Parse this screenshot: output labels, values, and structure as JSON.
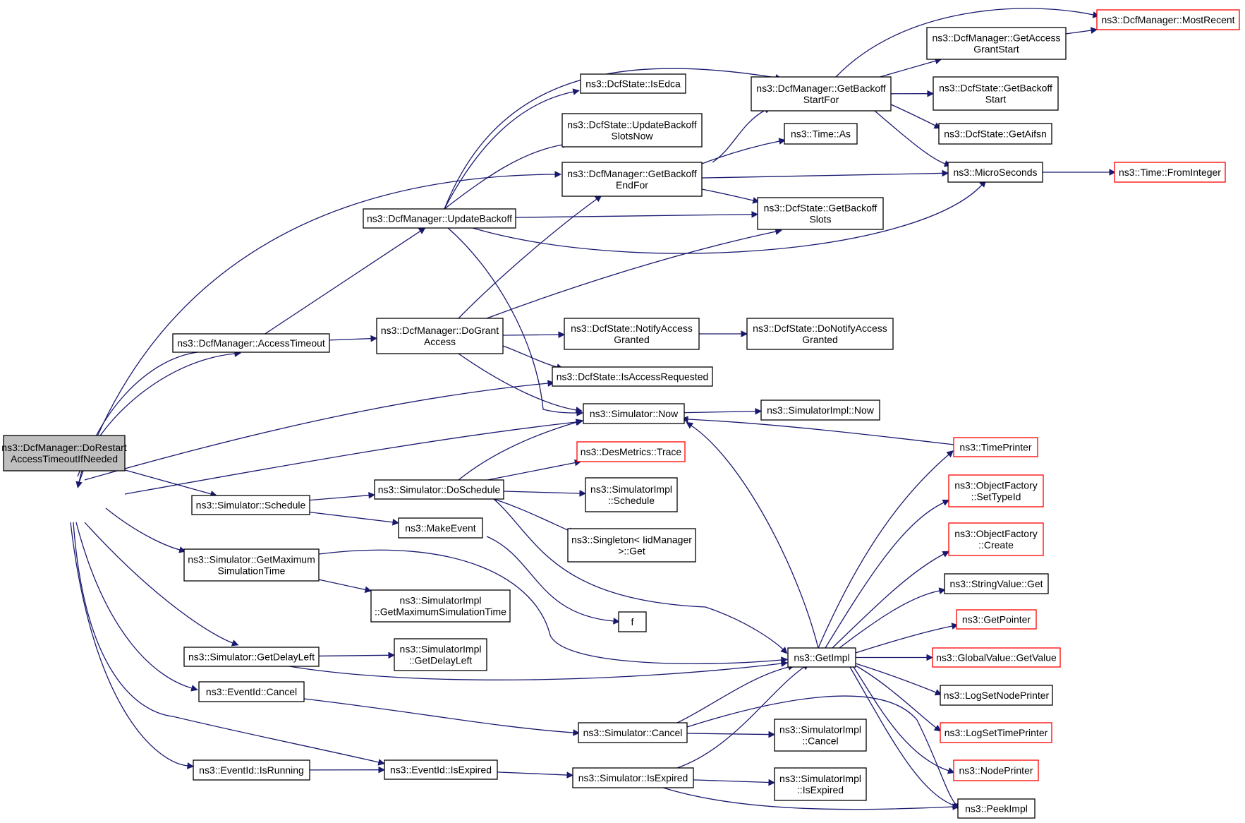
{
  "diagram": {
    "nodes": {
      "root": [
        "ns3::DcfManager::DoRestart",
        "AccessTimeoutIfNeeded"
      ],
      "accessTimeout": [
        "ns3::DcfManager::AccessTimeout"
      ],
      "updateBackoff": [
        "ns3::DcfManager::UpdateBackoff"
      ],
      "doGrantAccess": [
        "ns3::DcfManager::DoGrant",
        "Access"
      ],
      "isEdca": [
        "ns3::DcfState::IsEdca"
      ],
      "updateBackoffSlotsNow": [
        "ns3::DcfState::UpdateBackoff",
        "SlotsNow"
      ],
      "getBackoffEndFor": [
        "ns3::DcfManager::GetBackoff",
        "EndFor"
      ],
      "getBackoffStartFor": [
        "ns3::DcfManager::GetBackoff",
        "StartFor"
      ],
      "getAccessGrantStart": [
        "ns3::DcfManager::GetAccess",
        "GrantStart"
      ],
      "mostRecent": [
        "ns3::DcfManager::MostRecent"
      ],
      "getBackoffStart": [
        "ns3::DcfState::GetBackoff",
        "Start"
      ],
      "getAifsn": [
        "ns3::DcfState::GetAifsn"
      ],
      "timeAs": [
        "ns3::Time::As"
      ],
      "microSeconds": [
        "ns3::MicroSeconds"
      ],
      "fromInteger": [
        "ns3::Time::FromInteger"
      ],
      "getBackoffSlots": [
        "ns3::DcfState::GetBackoff",
        "Slots"
      ],
      "notifyAccessGranted": [
        "ns3::DcfState::NotifyAccess",
        "Granted"
      ],
      "doNotifyAccessGranted": [
        "ns3::DcfState::DoNotifyAccess",
        "Granted"
      ],
      "isAccessRequested": [
        "ns3::DcfState::IsAccessRequested"
      ],
      "simulatorNow": [
        "ns3::Simulator::Now"
      ],
      "simImplNow": [
        "ns3::SimulatorImpl::Now"
      ],
      "timePrinter": [
        "ns3::TimePrinter"
      ],
      "desMetricsTrace": [
        "ns3::DesMetrics::Trace"
      ],
      "simSchedule": [
        "ns3::Simulator::Schedule"
      ],
      "doSchedule": [
        "ns3::Simulator::DoSchedule"
      ],
      "simImplSchedule": [
        "ns3::SimulatorImpl",
        "::Schedule"
      ],
      "objFactorySetTypeId": [
        "ns3::ObjectFactory",
        "::SetTypeId"
      ],
      "objFactoryCreate": [
        "ns3::ObjectFactory",
        "::Create"
      ],
      "makeEvent": [
        "ns3::MakeEvent"
      ],
      "singletonGet": [
        "ns3::Singleton< IidManager",
        ">::Get"
      ],
      "getMaxSimTime": [
        "ns3::Simulator::GetMaximum",
        "SimulationTime"
      ],
      "stringValueGet": [
        "ns3::StringValue::Get"
      ],
      "simImplGetMax": [
        "ns3::SimulatorImpl",
        "::GetMaximumSimulationTime"
      ],
      "getPointer": [
        "ns3::GetPointer"
      ],
      "f": [
        "f"
      ],
      "getDelayLeft": [
        "ns3::Simulator::GetDelayLeft"
      ],
      "simImplGetDelayLeft": [
        "ns3::SimulatorImpl",
        "::GetDelayLeft"
      ],
      "getImpl": [
        "ns3::GetImpl"
      ],
      "globalValueGetValue": [
        "ns3::GlobalValue::GetValue"
      ],
      "eventIdCancel": [
        "ns3::EventId::Cancel"
      ],
      "logSetNodePrinter": [
        "ns3::LogSetNodePrinter"
      ],
      "simCancel": [
        "ns3::Simulator::Cancel"
      ],
      "logSetTimePrinter": [
        "ns3::LogSetTimePrinter"
      ],
      "simImplCancel": [
        "ns3::SimulatorImpl",
        "::Cancel"
      ],
      "eventIdIsRunning": [
        "ns3::EventId::IsRunning"
      ],
      "eventIdIsExpired": [
        "ns3::EventId::IsExpired"
      ],
      "nodePrinter": [
        "ns3::NodePrinter"
      ],
      "simIsExpired": [
        "ns3::Simulator::IsExpired"
      ],
      "simImplIsExpired": [
        "ns3::SimulatorImpl",
        "::IsExpired"
      ],
      "peekImpl": [
        "ns3::PeekImpl"
      ]
    },
    "truncated_nodes": [
      "mostRecent",
      "fromInteger",
      "timePrinter",
      "desMetricsTrace",
      "objFactorySetTypeId",
      "objFactoryCreate",
      "getPointer",
      "globalValueGetValue",
      "logSetTimePrinter",
      "nodePrinter"
    ],
    "root_node": "root",
    "edges": [
      [
        "root",
        "accessTimeout"
      ],
      [
        "accessTimeout",
        "root"
      ],
      [
        "root",
        "getBackoffEndFor"
      ],
      [
        "root",
        "isAccessRequested"
      ],
      [
        "root",
        "simulatorNow"
      ],
      [
        "root",
        "simSchedule"
      ],
      [
        "root",
        "getMaxSimTime"
      ],
      [
        "root",
        "getDelayLeft"
      ],
      [
        "root",
        "eventIdCancel"
      ],
      [
        "root",
        "eventIdIsRunning"
      ],
      [
        "root",
        "eventIdIsExpired"
      ],
      [
        "accessTimeout",
        "updateBackoff"
      ],
      [
        "accessTimeout",
        "doGrantAccess"
      ],
      [
        "updateBackoff",
        "isEdca"
      ],
      [
        "updateBackoff",
        "updateBackoffSlotsNow"
      ],
      [
        "updateBackoff",
        "getBackoffStartFor"
      ],
      [
        "updateBackoff",
        "getBackoffSlots"
      ],
      [
        "updateBackoff",
        "microSeconds"
      ],
      [
        "updateBackoff",
        "simulatorNow"
      ],
      [
        "doGrantAccess",
        "getBackoffEndFor"
      ],
      [
        "doGrantAccess",
        "getBackoffSlots"
      ],
      [
        "doGrantAccess",
        "notifyAccessGranted"
      ],
      [
        "doGrantAccess",
        "isAccessRequested"
      ],
      [
        "doGrantAccess",
        "simulatorNow"
      ],
      [
        "getBackoffEndFor",
        "getBackoffStartFor"
      ],
      [
        "getBackoffEndFor",
        "timeAs"
      ],
      [
        "getBackoffEndFor",
        "microSeconds"
      ],
      [
        "getBackoffEndFor",
        "getBackoffSlots"
      ],
      [
        "getBackoffStartFor",
        "mostRecent"
      ],
      [
        "getBackoffStartFor",
        "getAccessGrantStart"
      ],
      [
        "getBackoffStartFor",
        "getBackoffStart"
      ],
      [
        "getBackoffStartFor",
        "getAifsn"
      ],
      [
        "getBackoffStartFor",
        "microSeconds"
      ],
      [
        "getAccessGrantStart",
        "mostRecent"
      ],
      [
        "microSeconds",
        "fromInteger"
      ],
      [
        "notifyAccessGranted",
        "doNotifyAccessGranted"
      ],
      [
        "simulatorNow",
        "simImplNow"
      ],
      [
        "timePrinter",
        "simulatorNow"
      ],
      [
        "simSchedule",
        "doSchedule"
      ],
      [
        "simSchedule",
        "makeEvent"
      ],
      [
        "doSchedule",
        "simulatorNow"
      ],
      [
        "doSchedule",
        "desMetricsTrace"
      ],
      [
        "doSchedule",
        "simImplSchedule"
      ],
      [
        "doSchedule",
        "singletonGet"
      ],
      [
        "doSchedule",
        "getImpl"
      ],
      [
        "makeEvent",
        "f"
      ],
      [
        "getMaxSimTime",
        "simImplGetMax"
      ],
      [
        "getMaxSimTime",
        "getImpl"
      ],
      [
        "getDelayLeft",
        "simImplGetDelayLeft"
      ],
      [
        "getDelayLeft",
        "getImpl"
      ],
      [
        "eventIdCancel",
        "simCancel"
      ],
      [
        "eventIdIsRunning",
        "eventIdIsExpired"
      ],
      [
        "eventIdIsExpired",
        "simIsExpired"
      ],
      [
        "simCancel",
        "getImpl"
      ],
      [
        "simCancel",
        "simImplCancel"
      ],
      [
        "simCancel",
        "peekImpl"
      ],
      [
        "simIsExpired",
        "getImpl"
      ],
      [
        "simIsExpired",
        "simImplIsExpired"
      ],
      [
        "simIsExpired",
        "peekImpl"
      ],
      [
        "getImpl",
        "simulatorNow"
      ],
      [
        "getImpl",
        "timePrinter"
      ],
      [
        "getImpl",
        "objFactorySetTypeId"
      ],
      [
        "getImpl",
        "objFactoryCreate"
      ],
      [
        "getImpl",
        "stringValueGet"
      ],
      [
        "getImpl",
        "getPointer"
      ],
      [
        "getImpl",
        "globalValueGetValue"
      ],
      [
        "getImpl",
        "logSetNodePrinter"
      ],
      [
        "getImpl",
        "logSetTimePrinter"
      ],
      [
        "getImpl",
        "nodePrinter"
      ],
      [
        "getImpl",
        "peekImpl"
      ]
    ]
  }
}
